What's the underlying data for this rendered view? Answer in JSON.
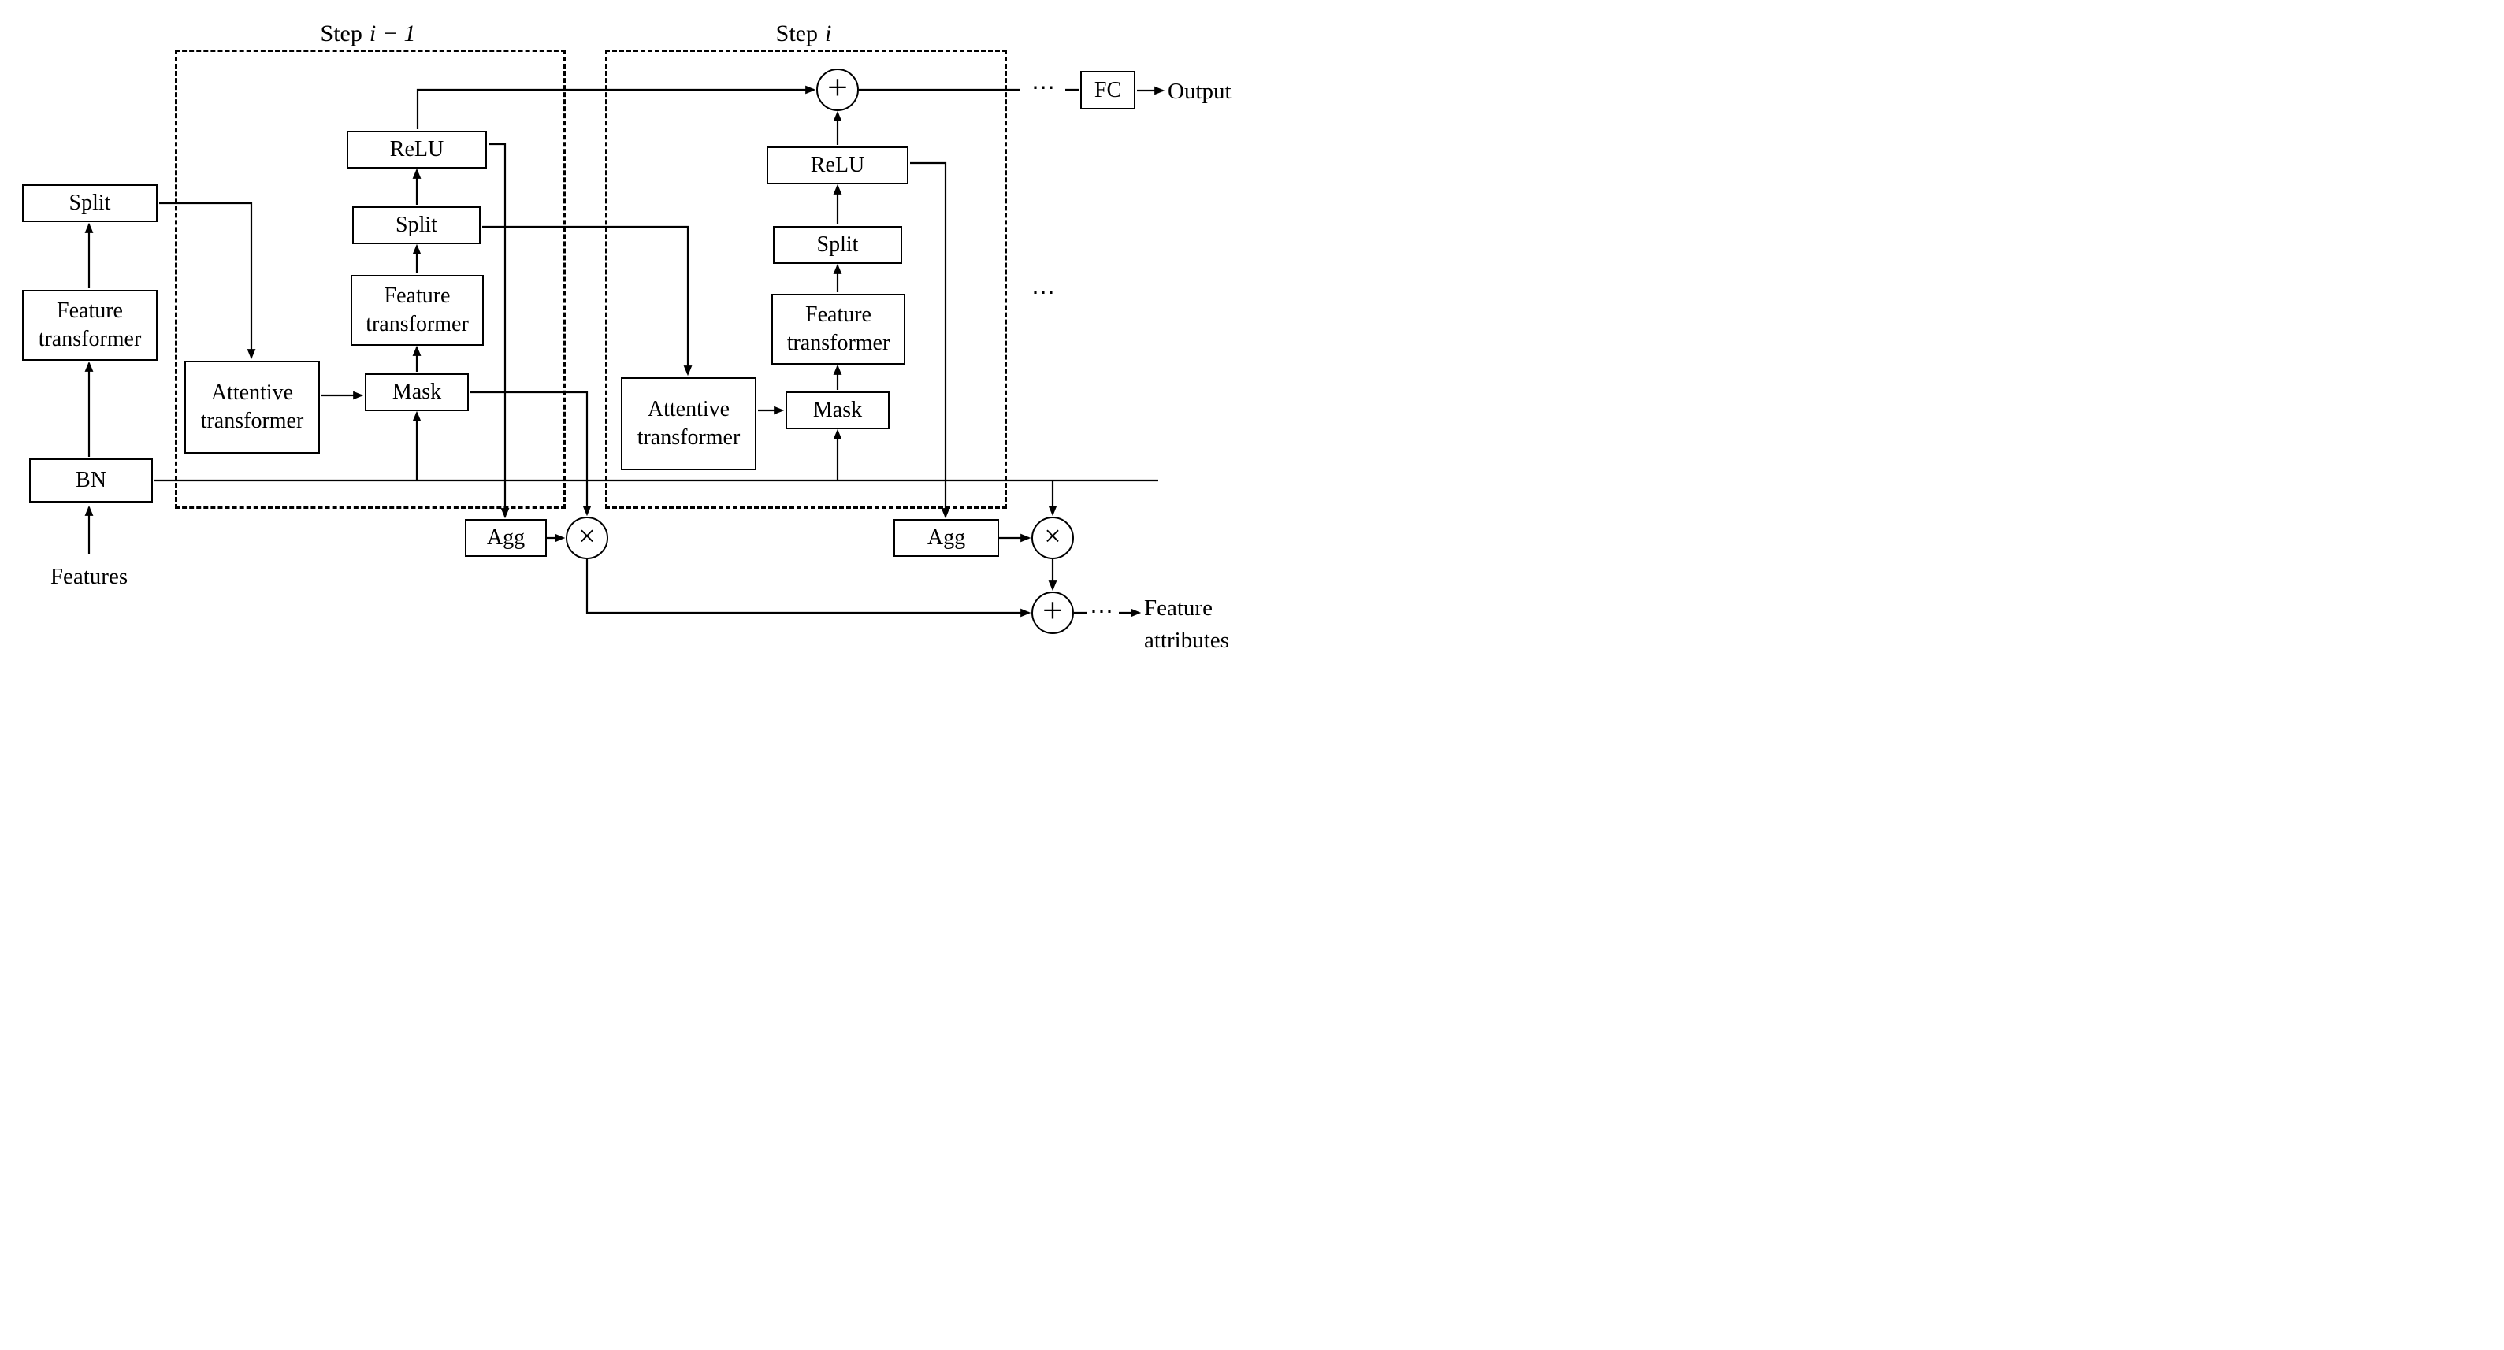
{
  "diagram": {
    "kind": "TabNet encoder architecture flow diagram",
    "colors": {
      "ink": "#000000",
      "background": "#ffffff"
    }
  },
  "titles": {
    "prev": {
      "prefix": "Step",
      "var": "i − 1"
    },
    "cur": {
      "prefix": "Step",
      "var": "i"
    }
  },
  "nodes": {
    "split_left": {
      "label": "Split"
    },
    "ft_left": {
      "label": "Feature transformer"
    },
    "bn": {
      "label": "BN"
    },
    "relu1": {
      "label": "ReLU"
    },
    "split1": {
      "label": "Split"
    },
    "ft1": {
      "label": "Feature transformer"
    },
    "mask1": {
      "label": "Mask"
    },
    "at1": {
      "label": "Attentive transformer"
    },
    "relu2": {
      "label": "ReLU"
    },
    "split2": {
      "label": "Split"
    },
    "ft2": {
      "label": "Feature transformer"
    },
    "mask2": {
      "label": "Mask"
    },
    "at2": {
      "label": "Attentive transformer"
    },
    "agg1": {
      "label": "Agg"
    },
    "agg2": {
      "label": "Agg"
    },
    "fc": {
      "label": "FC"
    }
  },
  "operators": {
    "sum_top": "+",
    "mult1": "×",
    "mult2": "×",
    "sum_bottom": "+"
  },
  "ellipsis": {
    "top": "⋯",
    "middle": "⋯",
    "bottom": "⋯"
  },
  "labels": {
    "features": "Features",
    "output": "Output",
    "feature_attributes": "Feature attributes"
  }
}
